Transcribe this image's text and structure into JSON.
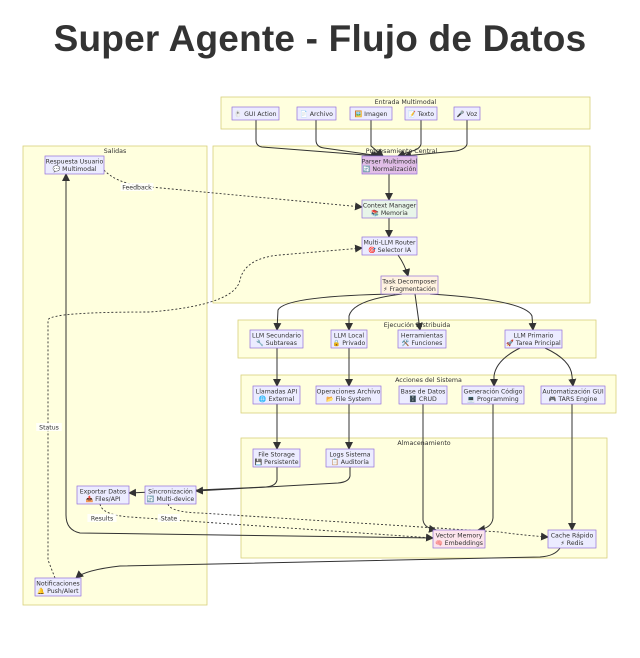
{
  "title": "Super Agente - Flujo de Datos",
  "colors": {
    "cluster_fill": "#ffffde",
    "cluster_stroke": "#d8d07a",
    "node_fill": "#ececff",
    "node_stroke": "#9370db",
    "parser_fill": "#e1bee7",
    "memory_fill": "#e8f5e9",
    "decomposer_fill": "#fff3e0",
    "vector_fill": "#fce4ec",
    "edge": "#333333"
  },
  "clusters": [
    {
      "id": "entrada",
      "label": "Entrada Multimodal"
    },
    {
      "id": "procesamiento",
      "label": "Procesamiento Central"
    },
    {
      "id": "salidas",
      "label": "Salidas"
    },
    {
      "id": "ejecucion",
      "label": "Ejecución Distribuida"
    },
    {
      "id": "acciones",
      "label": "Acciones del Sistema"
    },
    {
      "id": "almacenamiento",
      "label": "Almacenamiento"
    }
  ],
  "nodes": [
    {
      "id": "gui",
      "line1": "🖱️ GUI Action",
      "line2": ""
    },
    {
      "id": "archivo",
      "line1": "📄 Archivo",
      "line2": ""
    },
    {
      "id": "imagen",
      "line1": "🖼️ Imagen",
      "line2": ""
    },
    {
      "id": "texto",
      "line1": "📝 Texto",
      "line2": ""
    },
    {
      "id": "voz",
      "line1": "🎤 Voz",
      "line2": ""
    },
    {
      "id": "parser",
      "line1": "Parser Multimodal",
      "line2": "🔄 Normalización"
    },
    {
      "id": "context",
      "line1": "Context Manager",
      "line2": "📚 Memoria"
    },
    {
      "id": "router",
      "line1": "Multi-LLM Router",
      "line2": "🎯 Selector IA"
    },
    {
      "id": "decomposer",
      "line1": "Task Decomposer",
      "line2": "⚡ Fragmentación"
    },
    {
      "id": "llm_sec",
      "line1": "LLM Secundario",
      "line2": "🔧 Subtareas"
    },
    {
      "id": "llm_local",
      "line1": "LLM Local",
      "line2": "🔒 Privado"
    },
    {
      "id": "herramientas",
      "line1": "Herramientas",
      "line2": "🛠️ Funciones"
    },
    {
      "id": "llm_prim",
      "line1": "LLM Primario",
      "line2": "🚀 Tarea Principal"
    },
    {
      "id": "api",
      "line1": "Llamadas API",
      "line2": "🌐 External"
    },
    {
      "id": "ops",
      "line1": "Operaciones Archivo",
      "line2": "📂 File System"
    },
    {
      "id": "db",
      "line1": "Base de Datos",
      "line2": "🗄️ CRUD"
    },
    {
      "id": "code",
      "line1": "Generación Código",
      "line2": "💻 Programming"
    },
    {
      "id": "autogui",
      "line1": "Automatización GUI",
      "line2": "🎮 TARS Engine"
    },
    {
      "id": "storage",
      "line1": "File Storage",
      "line2": "💾 Persistente"
    },
    {
      "id": "logs",
      "line1": "Logs Sistema",
      "line2": "📋 Auditoría"
    },
    {
      "id": "vector",
      "line1": "Vector Memory",
      "line2": "🧠 Embeddings"
    },
    {
      "id": "cache",
      "line1": "Cache Rápido",
      "line2": "⚡ Redis"
    },
    {
      "id": "respuesta",
      "line1": "Respuesta Usuario",
      "line2": "💬 Multimodal"
    },
    {
      "id": "exportar",
      "line1": "Exportar Datos",
      "line2": "📤 Files/API"
    },
    {
      "id": "sync",
      "line1": "Sincronización",
      "line2": "🔄 Multi-device"
    },
    {
      "id": "notif",
      "line1": "Notificaciones",
      "line2": "🔔 Push/Alert"
    }
  ],
  "edges": [
    {
      "from": "gui",
      "to": "parser",
      "label": "",
      "style": "solid"
    },
    {
      "from": "archivo",
      "to": "parser",
      "label": "",
      "style": "solid"
    },
    {
      "from": "imagen",
      "to": "parser",
      "label": "",
      "style": "solid"
    },
    {
      "from": "texto",
      "to": "parser",
      "label": "",
      "style": "solid"
    },
    {
      "from": "voz",
      "to": "parser",
      "label": "",
      "style": "solid"
    },
    {
      "from": "parser",
      "to": "context",
      "label": "",
      "style": "solid"
    },
    {
      "from": "context",
      "to": "router",
      "label": "",
      "style": "solid"
    },
    {
      "from": "router",
      "to": "decomposer",
      "label": "",
      "style": "solid"
    },
    {
      "from": "decomposer",
      "to": "llm_sec",
      "label": "",
      "style": "solid"
    },
    {
      "from": "decomposer",
      "to": "llm_local",
      "label": "",
      "style": "solid"
    },
    {
      "from": "decomposer",
      "to": "herramientas",
      "label": "",
      "style": "solid"
    },
    {
      "from": "decomposer",
      "to": "llm_prim",
      "label": "",
      "style": "solid"
    },
    {
      "from": "llm_sec",
      "to": "api",
      "label": "",
      "style": "solid"
    },
    {
      "from": "llm_local",
      "to": "ops",
      "label": "",
      "style": "solid"
    },
    {
      "from": "llm_prim",
      "to": "code",
      "label": "",
      "style": "solid"
    },
    {
      "from": "llm_prim",
      "to": "autogui",
      "label": "",
      "style": "solid"
    },
    {
      "from": "api",
      "to": "storage",
      "label": "",
      "style": "solid"
    },
    {
      "from": "ops",
      "to": "logs",
      "label": "",
      "style": "solid"
    },
    {
      "from": "db",
      "to": "vector",
      "label": "",
      "style": "solid"
    },
    {
      "from": "code",
      "to": "vector",
      "label": "",
      "style": "solid"
    },
    {
      "from": "autogui",
      "to": "cache",
      "label": "",
      "style": "solid"
    },
    {
      "from": "storage",
      "to": "exportar",
      "label": "",
      "style": "solid"
    },
    {
      "from": "logs",
      "to": "sync",
      "label": "",
      "style": "solid"
    },
    {
      "from": "vector",
      "to": "respuesta",
      "label": "",
      "style": "solid"
    },
    {
      "from": "cache",
      "to": "notif",
      "label": "",
      "style": "solid"
    },
    {
      "from": "respuesta",
      "to": "context",
      "label": "Feedback",
      "style": "dotted"
    },
    {
      "from": "notif",
      "to": "router",
      "label": "Status",
      "style": "dotted"
    },
    {
      "from": "exportar",
      "to": "vector",
      "label": "Results",
      "style": "dotted"
    },
    {
      "from": "sync",
      "to": "cache",
      "label": "State",
      "style": "dotted"
    }
  ]
}
